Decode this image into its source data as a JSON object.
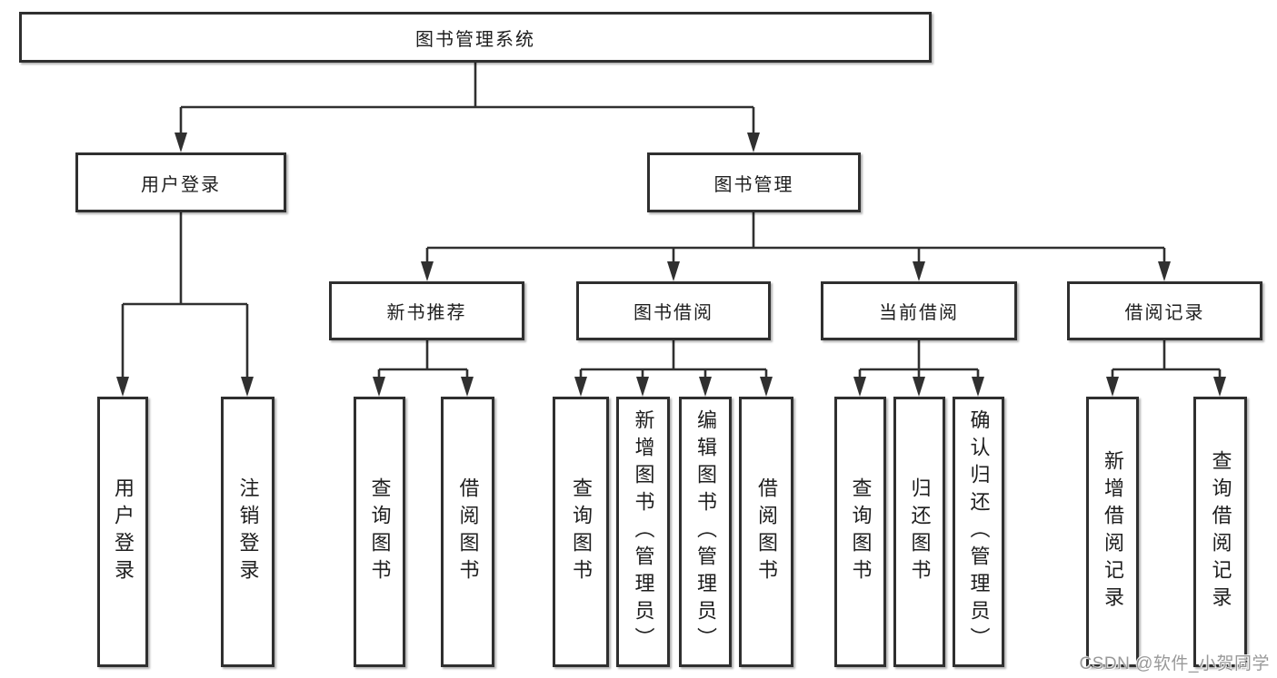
{
  "diagram_title": "图书管理系统",
  "colors": {
    "line": "#303030",
    "box_border": "#2f2f2f",
    "text": "#1e1e1e",
    "background": "#ffffff",
    "watermark": "#949494"
  },
  "nodes": {
    "root": {
      "label": "图书管理系统",
      "level": 1
    },
    "user-login": {
      "label": "用户登录",
      "level": 2
    },
    "book-mgmt": {
      "label": "图书管理",
      "level": 2
    },
    "new-book-rec": {
      "label": "新书推荐",
      "level": 3
    },
    "book-borrow": {
      "label": "图书借阅",
      "level": 3
    },
    "current-borrow": {
      "label": "当前借阅",
      "level": 3
    },
    "borrow-records": {
      "label": "借阅记录",
      "level": 3
    },
    "login-leaf": {
      "label": "用户登录",
      "level": 4
    },
    "logout-leaf": {
      "label": "注销登录",
      "level": 4
    },
    "rec-query": {
      "label": "查询图书",
      "level": 4
    },
    "rec-borrow": {
      "label": "借阅图书",
      "level": 4
    },
    "bb-query": {
      "label": "查询图书",
      "level": 4
    },
    "bb-add": {
      "label": "新增图书（管理员）",
      "level": 4
    },
    "bb-edit": {
      "label": "编辑图书（管理员）",
      "level": 4
    },
    "bb-borrow": {
      "label": "借阅图书",
      "level": 4
    },
    "cb-query": {
      "label": "查询图书",
      "level": 4
    },
    "cb-return": {
      "label": "归还图书",
      "level": 4
    },
    "cb-confirm": {
      "label": "确认归还（管理员）",
      "level": 4
    },
    "br-add": {
      "label": "新增借阅记录",
      "level": 4
    },
    "br-query": {
      "label": "查询借阅记录",
      "level": 4
    }
  },
  "edges": [
    [
      "root",
      "user-login"
    ],
    [
      "root",
      "book-mgmt"
    ],
    [
      "user-login",
      "login-leaf"
    ],
    [
      "user-login",
      "logout-leaf"
    ],
    [
      "book-mgmt",
      "new-book-rec"
    ],
    [
      "book-mgmt",
      "book-borrow"
    ],
    [
      "book-mgmt",
      "current-borrow"
    ],
    [
      "book-mgmt",
      "borrow-records"
    ],
    [
      "new-book-rec",
      "rec-query"
    ],
    [
      "new-book-rec",
      "rec-borrow"
    ],
    [
      "book-borrow",
      "bb-query"
    ],
    [
      "book-borrow",
      "bb-add"
    ],
    [
      "book-borrow",
      "bb-edit"
    ],
    [
      "book-borrow",
      "bb-borrow"
    ],
    [
      "current-borrow",
      "cb-query"
    ],
    [
      "current-borrow",
      "cb-return"
    ],
    [
      "current-borrow",
      "cb-confirm"
    ],
    [
      "borrow-records",
      "br-add"
    ],
    [
      "borrow-records",
      "br-query"
    ]
  ],
  "watermark": {
    "text": "CSDN @软件_小贺同学"
  }
}
